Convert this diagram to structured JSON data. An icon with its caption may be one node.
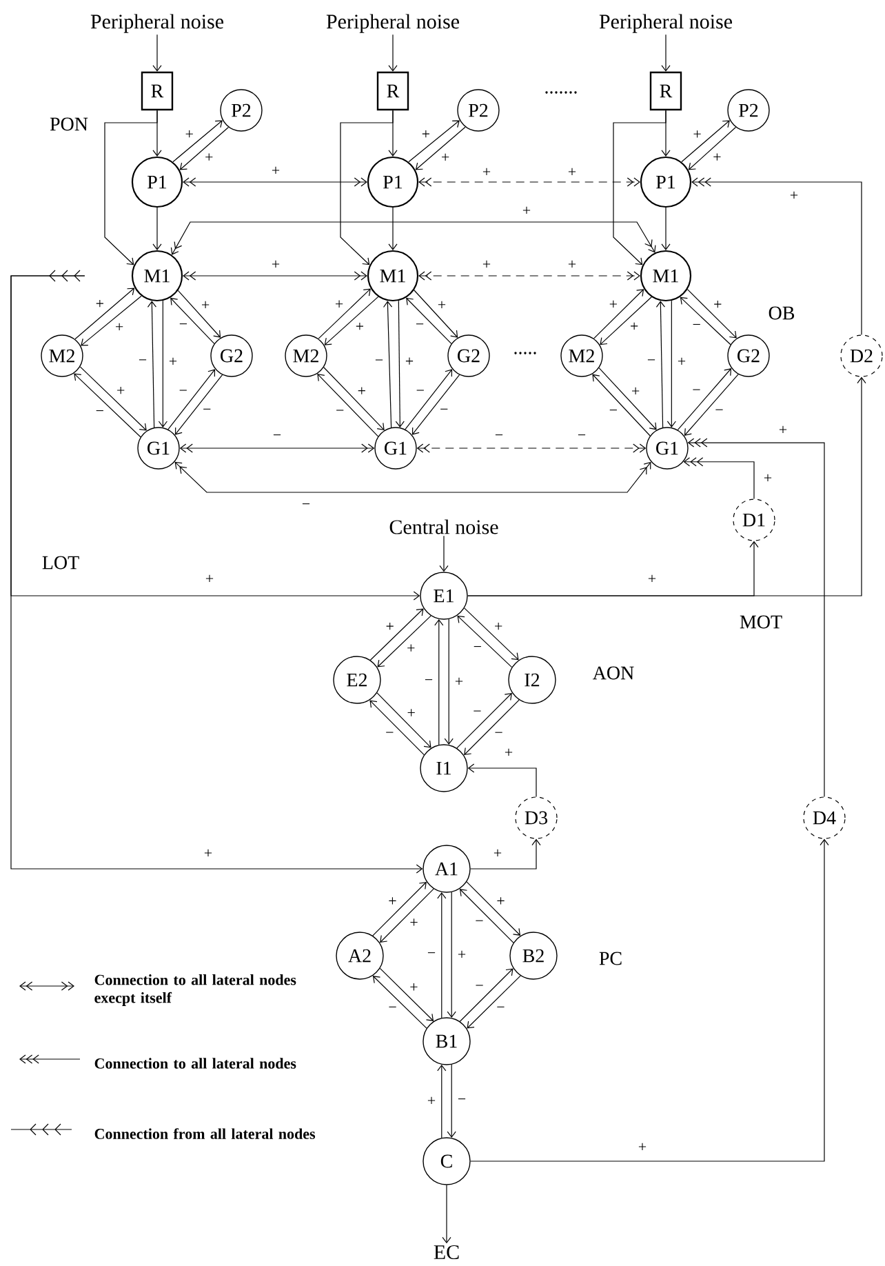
{
  "diagram": {
    "nodes": [
      {
        "text": [
          "Peripheral noise"
        ]
      },
      {
        "text": [
          "Peripheral noise"
        ]
      },
      {
        "text": [
          "Peripheral noise"
        ]
      },
      {
        "text": [
          "R"
        ]
      },
      {
        "text": [
          "P2"
        ]
      },
      {
        "text": [
          "P1"
        ]
      },
      {
        "text": [
          "M1"
        ]
      },
      {
        "text": [
          "M2"
        ]
      },
      {
        "text": [
          "G2"
        ]
      },
      {
        "text": [
          "G1"
        ]
      },
      {
        "text": [
          "R"
        ]
      },
      {
        "text": [
          "P2"
        ]
      },
      {
        "text": [
          "P1"
        ]
      },
      {
        "text": [
          "M1"
        ]
      },
      {
        "text": [
          "M2"
        ]
      },
      {
        "text": [
          "G2"
        ]
      },
      {
        "text": [
          "G1"
        ]
      },
      {
        "text": [
          "R"
        ]
      },
      {
        "text": [
          "P2"
        ]
      },
      {
        "text": [
          "P1"
        ]
      },
      {
        "text": [
          "M1"
        ]
      },
      {
        "text": [
          "M2"
        ]
      },
      {
        "text": [
          "G2"
        ]
      },
      {
        "text": [
          "G1"
        ]
      },
      {
        "text": [
          "D2"
        ]
      },
      {
        "text": [
          "Central noise"
        ]
      },
      {
        "text": [
          "D1"
        ]
      },
      {
        "text": [
          "E1"
        ]
      },
      {
        "text": [
          "E2"
        ]
      },
      {
        "text": [
          "I2"
        ]
      },
      {
        "text": [
          "I1"
        ]
      },
      {
        "text": [
          "D3"
        ]
      },
      {
        "text": [
          "D4"
        ]
      },
      {
        "text": [
          "A1"
        ]
      },
      {
        "text": [
          "A2"
        ]
      },
      {
        "text": [
          "B2"
        ]
      },
      {
        "text": [
          "B1"
        ]
      },
      {
        "text": [
          "C"
        ]
      },
      {
        "text": [
          "EC"
        ]
      }
    ],
    "edges": [
      {
        "from": 0,
        "to": 3,
        "arrow": "to"
      },
      {
        "from": 3,
        "to": 5,
        "arrow": "to"
      },
      {
        "from": 3,
        "to": 6,
        "arrow": "to"
      },
      {
        "from": 5,
        "to": 4,
        "arrow": "to",
        "label": "+"
      },
      {
        "from": 4,
        "to": 5,
        "arrow": "to",
        "label": "+"
      },
      {
        "from": 5,
        "to": 6,
        "arrow": "to"
      },
      {
        "from": 6,
        "to": 7,
        "arrow": "to",
        "label": "+"
      },
      {
        "from": 7,
        "to": 6,
        "arrow": "to",
        "label": "+"
      },
      {
        "from": 6,
        "to": 8,
        "arrow": "to",
        "label": "+"
      },
      {
        "from": 8,
        "to": 6,
        "arrow": "to",
        "label": "−"
      },
      {
        "from": 6,
        "to": 9,
        "arrow": "to",
        "label": "+"
      },
      {
        "from": 9,
        "to": 6,
        "arrow": "to",
        "label": "−"
      },
      {
        "from": 7,
        "to": 9,
        "arrow": "to",
        "label": "+"
      },
      {
        "from": 9,
        "to": 7,
        "arrow": "to",
        "label": "−"
      },
      {
        "from": 8,
        "to": 9,
        "arrow": "to",
        "label": "−"
      },
      {
        "from": 9,
        "to": 8,
        "arrow": "to",
        "label": "−"
      },
      {
        "from": 1,
        "to": 10,
        "arrow": "to"
      },
      {
        "from": 10,
        "to": 12,
        "arrow": "to"
      },
      {
        "from": 10,
        "to": 13,
        "arrow": "to"
      },
      {
        "from": 12,
        "to": 11,
        "arrow": "to",
        "label": "+"
      },
      {
        "from": 11,
        "to": 12,
        "arrow": "to",
        "label": "+"
      },
      {
        "from": 12,
        "to": 13,
        "arrow": "to"
      },
      {
        "from": 13,
        "to": 14,
        "arrow": "to",
        "label": "+"
      },
      {
        "from": 14,
        "to": 13,
        "arrow": "to",
        "label": "+"
      },
      {
        "from": 13,
        "to": 15,
        "arrow": "to",
        "label": "+"
      },
      {
        "from": 15,
        "to": 13,
        "arrow": "to",
        "label": "−"
      },
      {
        "from": 13,
        "to": 16,
        "arrow": "to",
        "label": "+"
      },
      {
        "from": 16,
        "to": 13,
        "arrow": "to",
        "label": "−"
      },
      {
        "from": 14,
        "to": 16,
        "arrow": "to",
        "label": "+"
      },
      {
        "from": 16,
        "to": 14,
        "arrow": "to",
        "label": "−"
      },
      {
        "from": 15,
        "to": 16,
        "arrow": "to",
        "label": "−"
      },
      {
        "from": 16,
        "to": 15,
        "arrow": "to",
        "label": "−"
      },
      {
        "from": 2,
        "to": 17,
        "arrow": "to"
      },
      {
        "from": 17,
        "to": 19,
        "arrow": "to"
      },
      {
        "from": 17,
        "to": 20,
        "arrow": "to"
      },
      {
        "from": 19,
        "to": 18,
        "arrow": "to",
        "label": "+"
      },
      {
        "from": 18,
        "to": 19,
        "arrow": "to",
        "label": "+"
      },
      {
        "from": 19,
        "to": 20,
        "arrow": "to"
      },
      {
        "from": 20,
        "to": 21,
        "arrow": "to",
        "label": "+"
      },
      {
        "from": 21,
        "to": 20,
        "arrow": "to",
        "label": "+"
      },
      {
        "from": 20,
        "to": 22,
        "arrow": "to",
        "label": "+"
      },
      {
        "from": 22,
        "to": 20,
        "arrow": "to",
        "label": "−"
      },
      {
        "from": 20,
        "to": 23,
        "arrow": "to",
        "label": "+"
      },
      {
        "from": 23,
        "to": 20,
        "arrow": "to",
        "label": "−"
      },
      {
        "from": 21,
        "to": 23,
        "arrow": "to",
        "label": "+"
      },
      {
        "from": 23,
        "to": 21,
        "arrow": "to",
        "label": "−"
      },
      {
        "from": 22,
        "to": 23,
        "arrow": "to",
        "label": "−"
      },
      {
        "from": 23,
        "to": 22,
        "arrow": "to",
        "label": "−"
      },
      {
        "from": 5,
        "to": 12,
        "arrow": "both",
        "label": "+"
      },
      {
        "from": 12,
        "to": 19,
        "arrow": "both",
        "label": "+",
        "style": "dashed"
      },
      {
        "from": 6,
        "to": 13,
        "arrow": "both",
        "label": "+"
      },
      {
        "from": 13,
        "to": 20,
        "arrow": "both",
        "label": "+",
        "style": "dashed"
      },
      {
        "from": 6,
        "to": 20,
        "arrow": "both",
        "label": "+"
      },
      {
        "from": 9,
        "to": 16,
        "arrow": "both",
        "label": "−"
      },
      {
        "from": 16,
        "to": 23,
        "arrow": "both",
        "label": "−",
        "style": "dashed"
      },
      {
        "from": 9,
        "to": 23,
        "arrow": "both",
        "label": "−"
      },
      {
        "from": 6,
        "to": 27,
        "arrow": "to",
        "label": "+"
      },
      {
        "from": 6,
        "to": 33,
        "arrow": "to",
        "label": "+"
      },
      {
        "from": 24,
        "to": 19,
        "arrow": "to",
        "label": "+"
      },
      {
        "from": 26,
        "to": 23,
        "arrow": "to",
        "label": "+"
      },
      {
        "from": 32,
        "to": 23,
        "arrow": "to",
        "label": "+"
      },
      {
        "from": 25,
        "to": 27,
        "arrow": "to"
      },
      {
        "from": 27,
        "to": 24,
        "arrow": "to",
        "label": "+"
      },
      {
        "from": 27,
        "to": 26,
        "arrow": "to"
      },
      {
        "from": 27,
        "to": 28,
        "arrow": "to",
        "label": "+"
      },
      {
        "from": 28,
        "to": 27,
        "arrow": "to",
        "label": "+"
      },
      {
        "from": 27,
        "to": 29,
        "arrow": "to",
        "label": "+"
      },
      {
        "from": 29,
        "to": 27,
        "arrow": "to",
        "label": "−"
      },
      {
        "from": 27,
        "to": 30,
        "arrow": "to",
        "label": "+"
      },
      {
        "from": 30,
        "to": 27,
        "arrow": "to",
        "label": "−"
      },
      {
        "from": 28,
        "to": 30,
        "arrow": "to",
        "label": "+"
      },
      {
        "from": 30,
        "to": 28,
        "arrow": "to",
        "label": "−"
      },
      {
        "from": 29,
        "to": 30,
        "arrow": "to",
        "label": "−"
      },
      {
        "from": 30,
        "to": 29,
        "arrow": "to",
        "label": "−"
      },
      {
        "from": 31,
        "to": 30,
        "arrow": "to",
        "label": "+"
      },
      {
        "from": 33,
        "to": 31,
        "arrow": "to",
        "label": "+"
      },
      {
        "from": 33,
        "to": 34,
        "arrow": "to",
        "label": "+"
      },
      {
        "from": 34,
        "to": 33,
        "arrow": "to",
        "label": "+"
      },
      {
        "from": 33,
        "to": 35,
        "arrow": "to",
        "label": "+"
      },
      {
        "from": 35,
        "to": 33,
        "arrow": "to",
        "label": "−"
      },
      {
        "from": 33,
        "to": 36,
        "arrow": "to",
        "label": "+"
      },
      {
        "from": 36,
        "to": 33,
        "arrow": "to",
        "label": "−"
      },
      {
        "from": 34,
        "to": 36,
        "arrow": "to",
        "label": "+"
      },
      {
        "from": 36,
        "to": 34,
        "arrow": "to",
        "label": "−"
      },
      {
        "from": 35,
        "to": 36,
        "arrow": "to",
        "label": "−"
      },
      {
        "from": 36,
        "to": 35,
        "arrow": "to",
        "label": "−"
      },
      {
        "from": 36,
        "to": 37,
        "arrow": "to",
        "label": "−"
      },
      {
        "from": 37,
        "to": 36,
        "arrow": "to",
        "label": "+"
      },
      {
        "from": 37,
        "to": 32,
        "arrow": "to",
        "label": "+"
      },
      {
        "from": 37,
        "to": 38,
        "arrow": "to"
      }
    ],
    "labels": [
      ".......",
      "PON",
      "+",
      "+",
      "OB",
      ".....",
      "−",
      "LOT",
      "MOT",
      "AON",
      "PC"
    ],
    "legend": [
      {
        "text": "Connection to all lateral nodes execpt itself"
      },
      {
        "text": "Connection to all lateral nodes"
      },
      {
        "text": "Connection from all lateral nodes"
      }
    ]
  }
}
